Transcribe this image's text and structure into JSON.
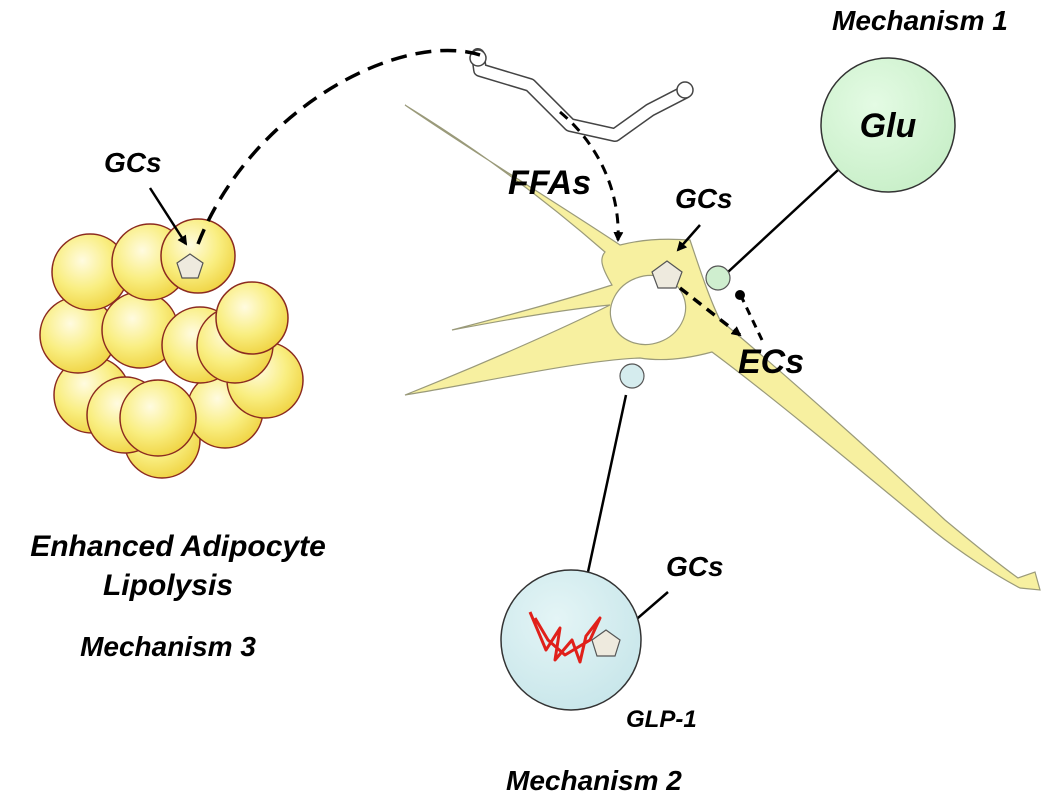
{
  "labels": {
    "mechanism1": "Mechanism 1",
    "mechanism2": "Mechanism 2",
    "mechanism3": "Mechanism 3",
    "glu": "Glu",
    "ffas": "FFAs",
    "gcs_adipocyte": "GCs",
    "gcs_neuron": "GCs",
    "gcs_glp1": "GCs",
    "ecs": "ECs",
    "glp1": "GLP-1",
    "lipolysis_line1": "Enhanced Adipocyte",
    "lipolysis_line2": "Lipolysis"
  },
  "colors": {
    "adipocyte_fill": "#f8ec78",
    "adipocyte_stroke": "#8b2a20",
    "neuron_fill": "#f7f0a0",
    "neuron_stroke": "#9a9a7a",
    "glu_fill": "#d4f5d4",
    "glp1_fill": "#d5ecee",
    "pentagon_fill": "#eeeade",
    "glp1_neuron_stroke": "#e0201a"
  }
}
